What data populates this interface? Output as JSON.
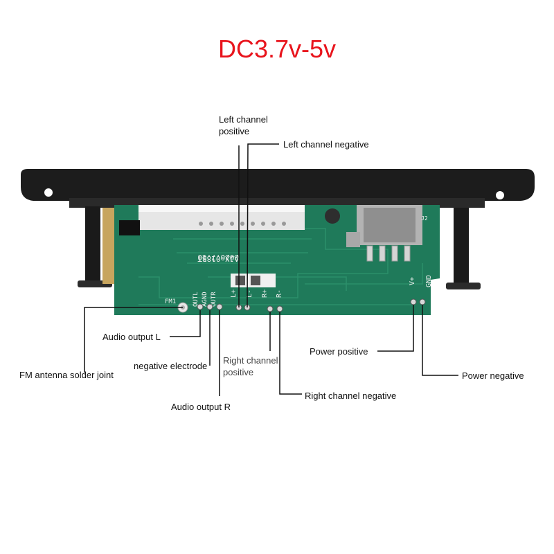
{
  "title": "DC3.7v-5v",
  "colors": {
    "title": "#e8141c",
    "pcb": "#1f7a5a",
    "panel": "#1c1c1c"
  },
  "labels": {
    "left_channel_positive": [
      "Left channel",
      "positive"
    ],
    "left_channel_negative": "Left channel negative",
    "audio_output_l": "Audio output L",
    "fm_antenna": "FM antenna solder joint",
    "negative_electrode": "negative electrode",
    "right_channel_positive": [
      "Right channel",
      "positive"
    ],
    "audio_output_r": "Audio output R",
    "right_channel_negative": "Right channel negative",
    "power_positive": "Power positive",
    "power_negative": "Power negative"
  },
  "silkscreen": {
    "board_id": "AJX-018BT",
    "date": "2020.7.10",
    "pins_left": [
      "OUTL",
      "AGND",
      "OUTR"
    ],
    "fm": "FM1",
    "speaker": [
      "L+",
      "L-",
      "R+",
      "R-"
    ],
    "power": [
      "V+",
      "GND"
    ],
    "usb": "J2"
  }
}
